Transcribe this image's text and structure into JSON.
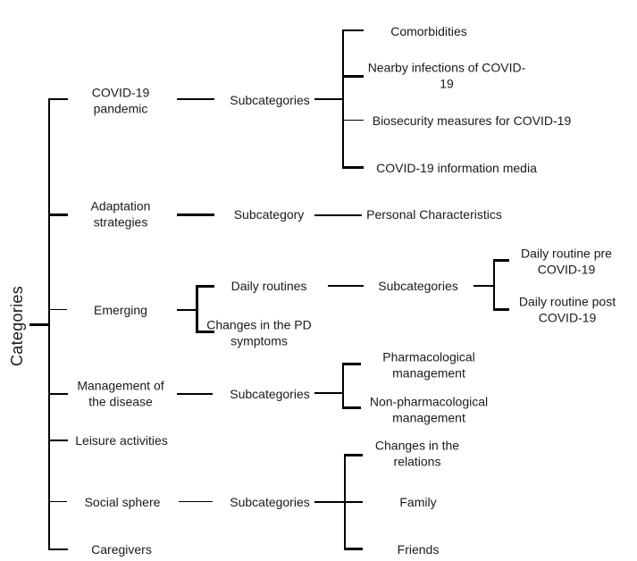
{
  "diagram": {
    "root_label": "Categories",
    "colors": {
      "line": "#000000",
      "text": "#1a1a1a",
      "background": "#ffffff"
    },
    "categories": [
      {
        "label": "COVID-19\npandemic",
        "connector_label": "Subcategories",
        "children": [
          "Comorbidities",
          "Nearby infections of COVID-\n19",
          "Biosecurity measures for COVID-19",
          "COVID-19 information media"
        ]
      },
      {
        "label": "Adaptation\nstrategies",
        "connector_label": "Subcategory",
        "children": [
          "Personal Characteristics"
        ]
      },
      {
        "label": "Emerging",
        "subnodes": [
          {
            "label": "Daily routines",
            "connector_label": "Subcategories",
            "children": [
              "Daily routine pre\nCOVID-19",
              "Daily routine post\nCOVID-19"
            ]
          },
          {
            "label": "Changes in the PD\nsymptoms"
          }
        ]
      },
      {
        "label": "Management of\nthe disease",
        "connector_label": "Subcategories",
        "children": [
          "Pharmacological\nmanagement",
          "Non-pharmacological\nmanagement"
        ]
      },
      {
        "label": "Leisure activities"
      },
      {
        "label": "Social sphere",
        "connector_label": "Subcategories",
        "children": [
          "Changes in the\nrelations",
          "Family",
          "Friends"
        ]
      },
      {
        "label": "Caregivers"
      }
    ]
  }
}
